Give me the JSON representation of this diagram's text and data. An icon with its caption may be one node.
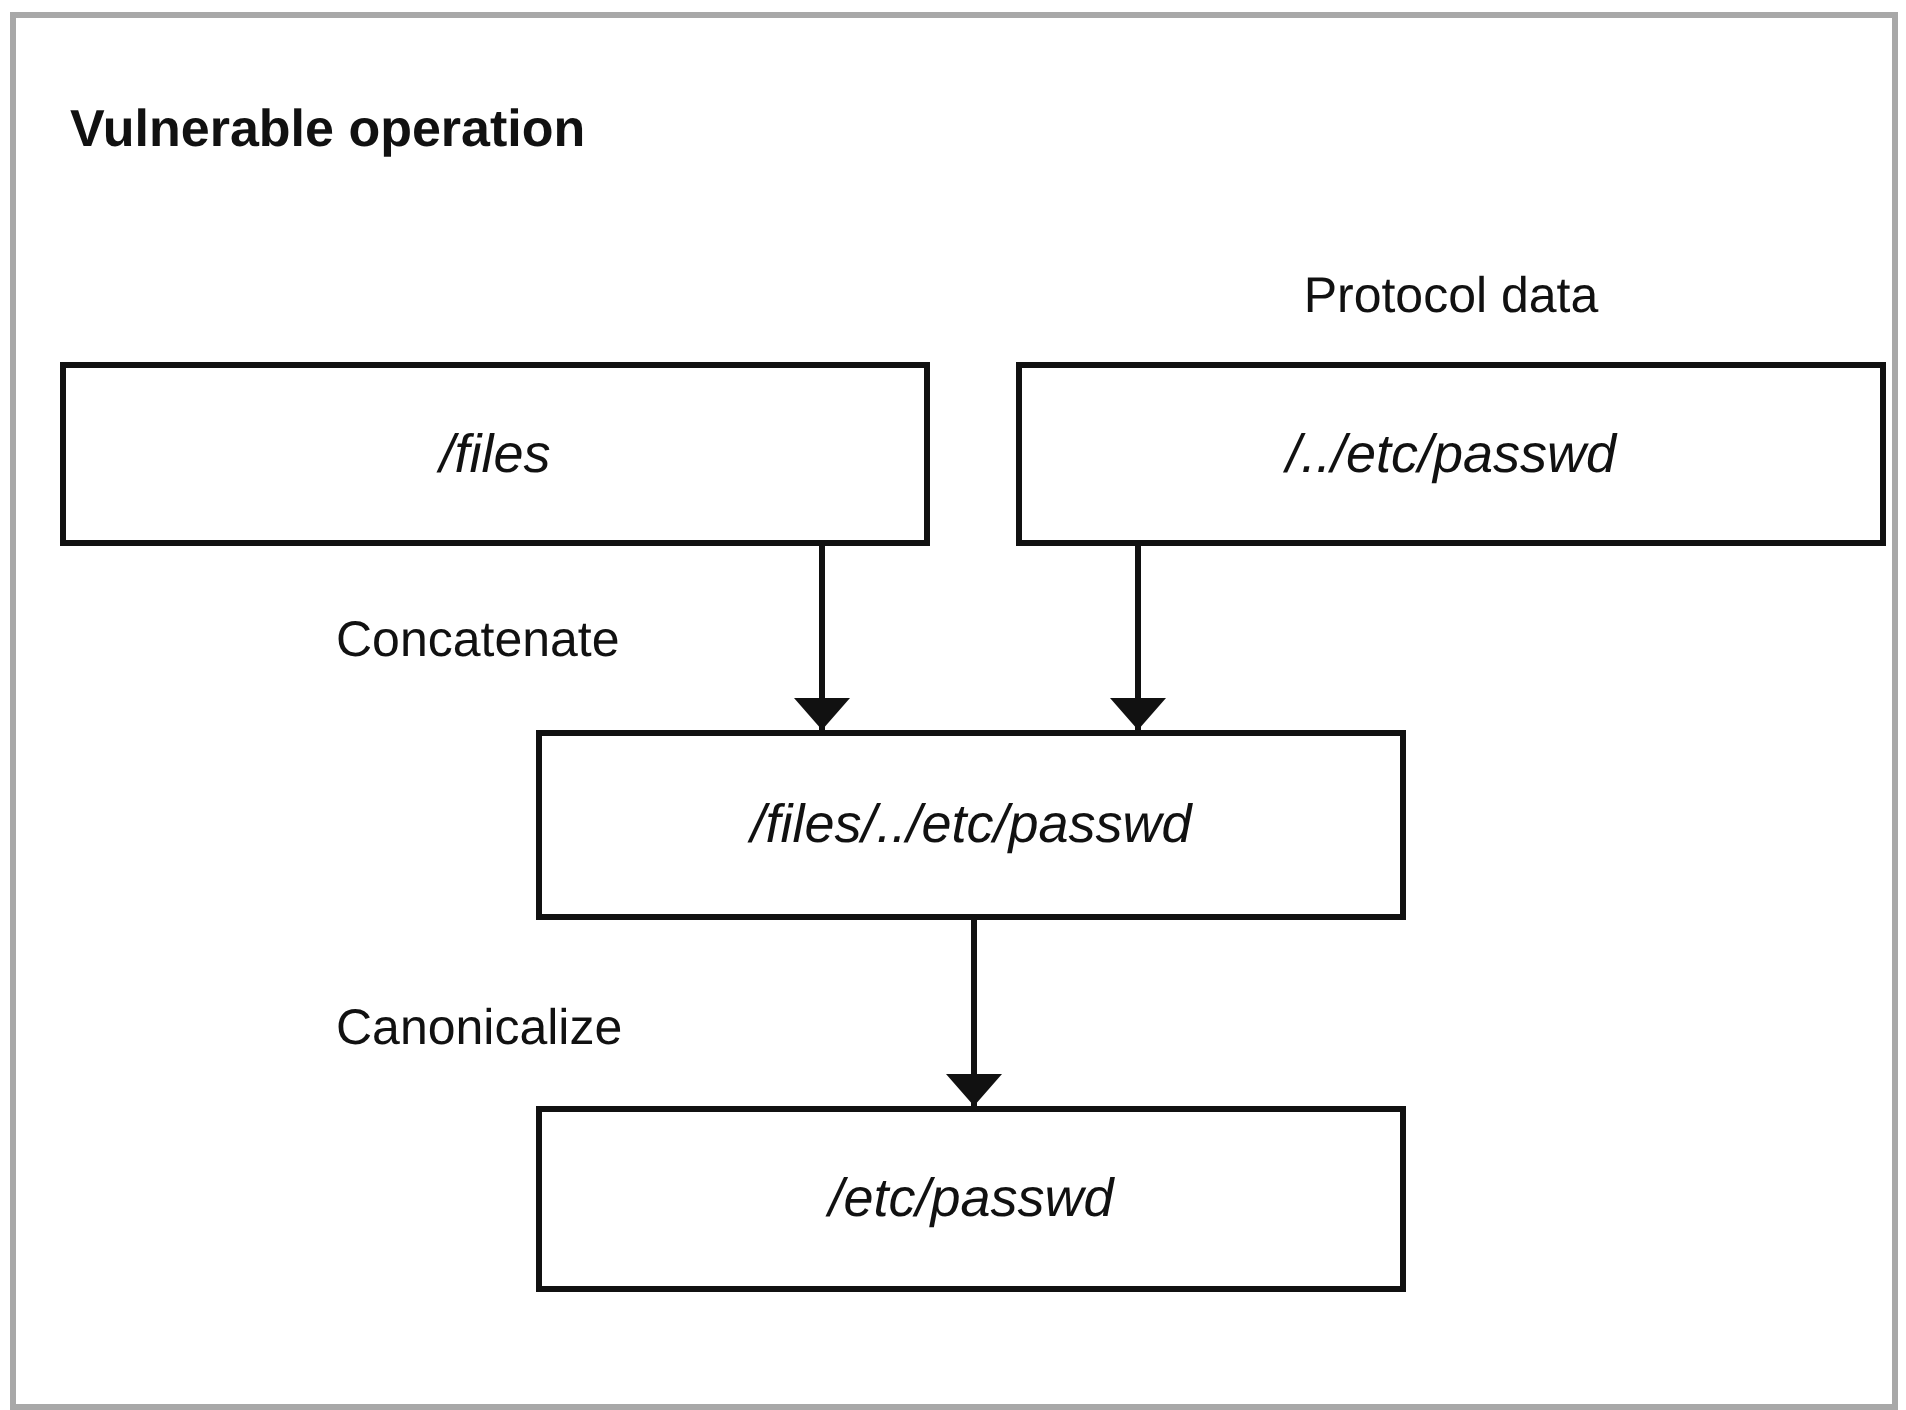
{
  "diagram": {
    "nodes": [
      {
        "text": [
          "Vulnerable operation"
        ]
      },
      {
        "text": [
          "/files"
        ],
        "in": 0
      },
      {
        "text": [
          "Protocol data",
          "/../etc/passwd"
        ],
        "in": 0
      },
      {
        "text": [
          "/files/../etc/passwd"
        ],
        "in": 0
      },
      {
        "text": [
          "/etc/passwd"
        ],
        "in": 0
      }
    ],
    "edges": [
      {
        "from": 1,
        "to": 3,
        "arrow": "to"
      },
      {
        "from": 2,
        "to": 3,
        "arrow": "to"
      },
      {
        "from": 3,
        "to": 4,
        "arrow": "to"
      }
    ],
    "labels": [
      "Concatenate",
      "Canonicalize"
    ]
  }
}
